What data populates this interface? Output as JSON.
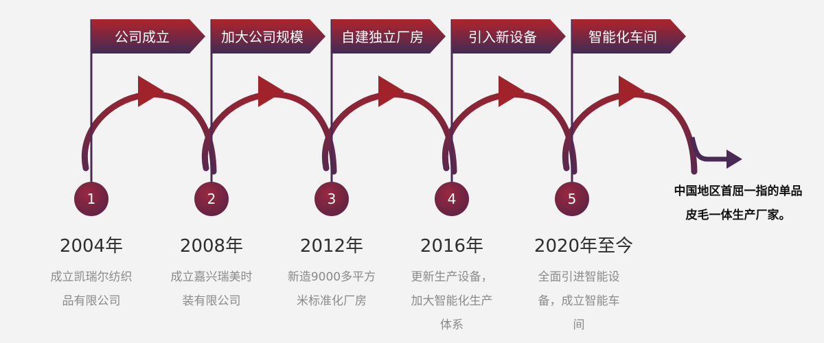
{
  "milestones": [
    {
      "num": "1",
      "flag": "公司成立",
      "year": "2004年",
      "desc": [
        "成立凯瑞尔纺织",
        "品有限公司"
      ]
    },
    {
      "num": "2",
      "flag": "加大公司规模",
      "year": "2008年",
      "desc": [
        "成立嘉兴瑞美时",
        "装有限公司"
      ]
    },
    {
      "num": "3",
      "flag": "自建独立厂房",
      "year": "2012年",
      "desc": [
        "新造9000多平方",
        "米标准化厂房"
      ]
    },
    {
      "num": "4",
      "flag": "引入新设备",
      "year": "2016年",
      "desc": [
        "更新生产设备，",
        "加大智能化生产",
        "体系"
      ]
    },
    {
      "num": "5",
      "flag": "智能化车间",
      "year": "2020年至今",
      "desc": [
        "全面引进智能设",
        "备，成立智能车",
        "间"
      ]
    }
  ],
  "final_text": [
    "中国地区首屈一指的单品",
    "皮毛一体生产厂家。"
  ],
  "colors": {
    "dark_red": "#a5232a",
    "purple": "#4a2a55",
    "background": "#f4f3f3"
  }
}
